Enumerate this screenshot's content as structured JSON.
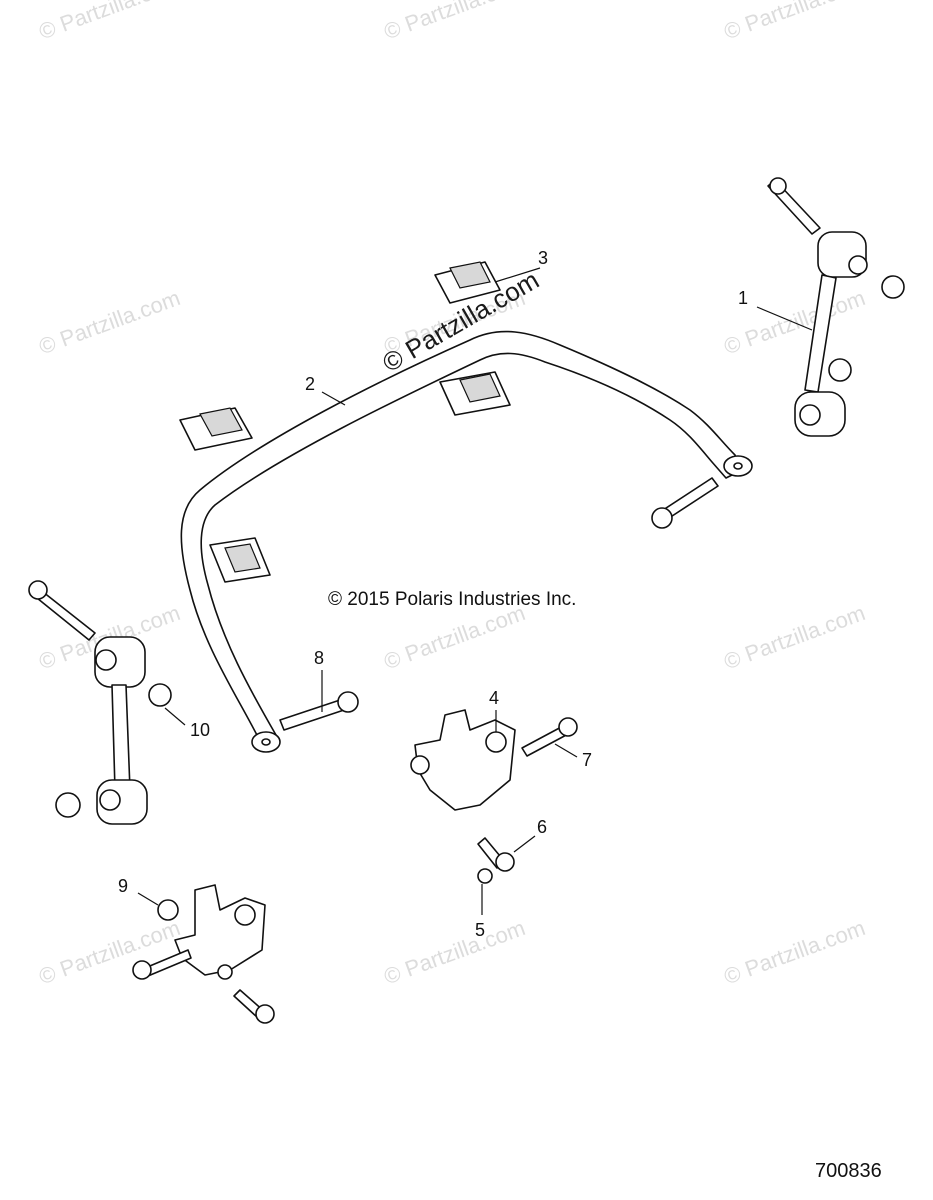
{
  "watermarks": [
    {
      "text": "© Partzilla.com"
    },
    {
      "text": "© Partzilla.com"
    },
    {
      "text": "© Partzilla.com"
    },
    {
      "text": "© Partzilla.com"
    },
    {
      "text": "© Partzilla.com"
    },
    {
      "text": "© Partzilla.com"
    },
    {
      "text": "© Partzilla.com"
    },
    {
      "text": "© Partzilla.com"
    },
    {
      "text": "© Partzilla.com"
    },
    {
      "text": "© Partzilla.com"
    },
    {
      "text": "© Partzilla.com"
    },
    {
      "text": "© Partzilla.com"
    }
  ],
  "center_watermark": "© Partzilla.com",
  "copyright": "© 2015 Polaris Industries Inc.",
  "figure_number": "700836",
  "callouts": [
    "1",
    "2",
    "3",
    "4",
    "5",
    "6",
    "7",
    "8",
    "9",
    "10"
  ]
}
